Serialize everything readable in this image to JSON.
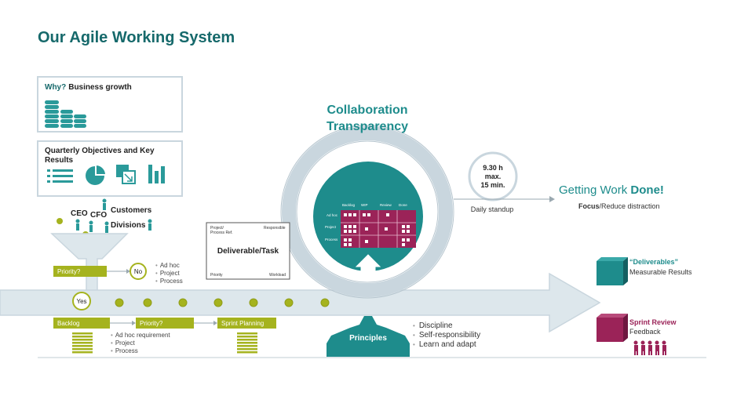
{
  "title": "Our Agile Working System",
  "why": {
    "question": "Why?",
    "answer": "Business  growth"
  },
  "okr": {
    "line1": "Quarterly Objectives and Key",
    "line2": "Results"
  },
  "funnel": {
    "ceo": "CEO",
    "cfo": "CFO",
    "customers": "Customers",
    "divisions": "Divisions",
    "priority": "Priority?",
    "no": "No",
    "yes": "Yes",
    "no_list": [
      "Ad hoc",
      "Project",
      "Process"
    ]
  },
  "backlog_row": {
    "backlog": "Backlog",
    "priority": "Priority?",
    "sprint_planning": "Sprint Planning",
    "list": [
      "Ad hoc requirement",
      "Project",
      "Process"
    ]
  },
  "card": {
    "top_left_1": "Project/",
    "top_left_2": "Process Ref.",
    "top_right": "Responsible",
    "title": "Deliverable/Task",
    "bottom_left": "Priority",
    "bottom_right": "Workload"
  },
  "board": {
    "headers": [
      "Backlog",
      "WIP",
      "Review",
      "Done"
    ],
    "rows": [
      "Ad hoc",
      "Project",
      "Process"
    ]
  },
  "collab": {
    "line1": "Collaboration",
    "line2": "Transparency"
  },
  "standup": {
    "line1": "9.30 h",
    "line2": "max.",
    "line3": "15 min.",
    "label": "Daily standup"
  },
  "done": {
    "prefix": "Getting Work ",
    "bold": "Done!",
    "focus": "Focus",
    "rest": "/Reduce distraction"
  },
  "principles": {
    "label": "Principles",
    "list": [
      "Discipline",
      "Self-responsibility",
      "Learn and adapt"
    ]
  },
  "deliverables": {
    "title": "“Deliverables”",
    "sub": "Measurable Results"
  },
  "sprint_review": {
    "title": "Sprint Review",
    "sub": "Feedback"
  },
  "colors": {
    "teal": "#1e8c8c",
    "dark_teal": "#16696b",
    "olive": "#a5b31e",
    "magenta": "#9b2358",
    "arrow": "#dde7ec",
    "gray_blue": "#c9d6de"
  }
}
